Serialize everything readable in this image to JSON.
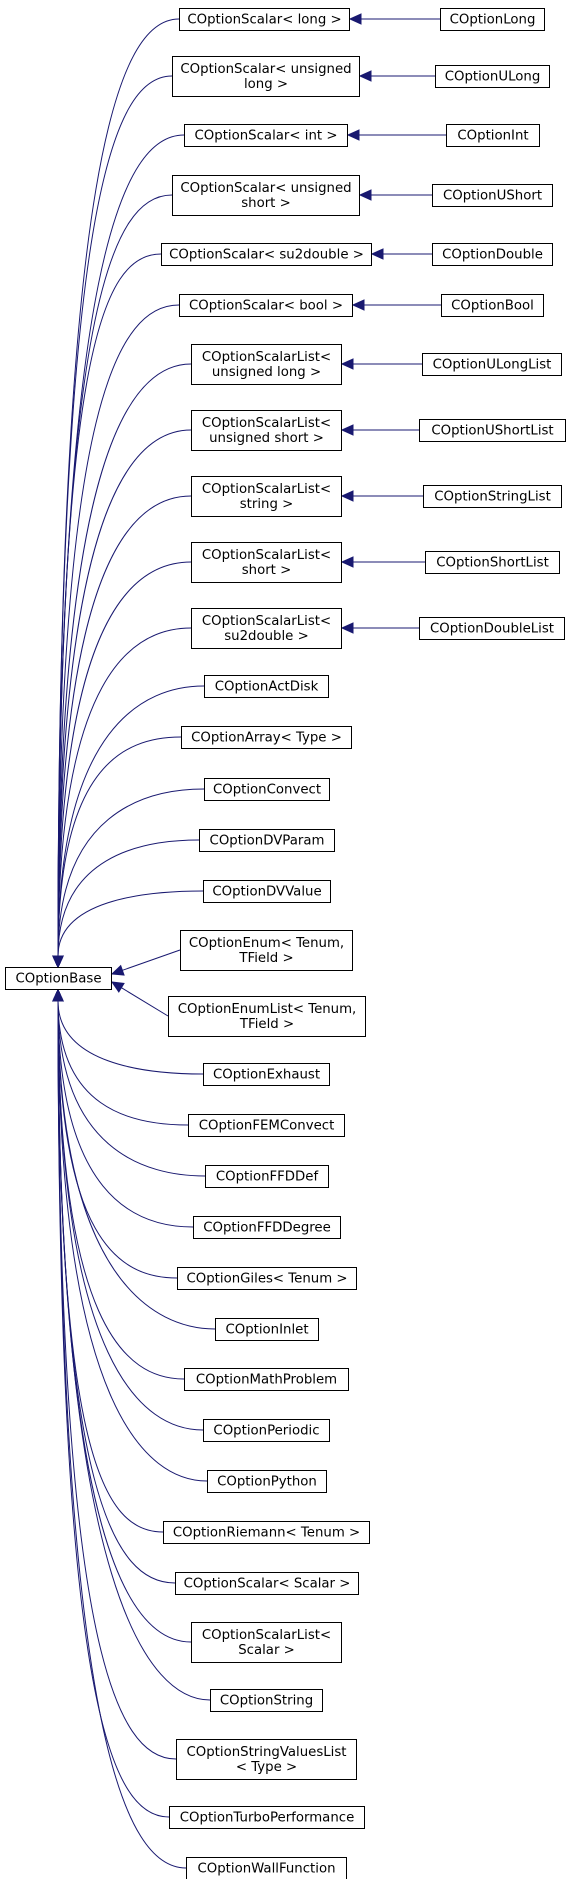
{
  "diagram": {
    "base": {
      "id": "base",
      "lines": [
        "COptionBase"
      ]
    },
    "mid": [
      {
        "id": "scalar_long",
        "lines": [
          "COptionScalar< long >"
        ],
        "child": "long"
      },
      {
        "id": "scalar_ulong",
        "lines": [
          "COptionScalar< unsigned",
          "long >"
        ],
        "child": "ulong"
      },
      {
        "id": "scalar_int",
        "lines": [
          "COptionScalar< int >"
        ],
        "child": "int"
      },
      {
        "id": "scalar_ushort",
        "lines": [
          "COptionScalar< unsigned",
          "short >"
        ],
        "child": "ushort"
      },
      {
        "id": "scalar_su2double",
        "lines": [
          "COptionScalar< su2double >"
        ],
        "child": "double"
      },
      {
        "id": "scalar_bool",
        "lines": [
          "COptionScalar< bool >"
        ],
        "child": "bool"
      },
      {
        "id": "slist_ulong",
        "lines": [
          "COptionScalarList<",
          "unsigned long >"
        ],
        "child": "ulonglist"
      },
      {
        "id": "slist_ushort",
        "lines": [
          "COptionScalarList<",
          "unsigned short >"
        ],
        "child": "ushortlist"
      },
      {
        "id": "slist_string",
        "lines": [
          "COptionScalarList<",
          "string >"
        ],
        "child": "stringlist"
      },
      {
        "id": "slist_short",
        "lines": [
          "COptionScalarList<",
          "short >"
        ],
        "child": "shortlist"
      },
      {
        "id": "slist_su2double",
        "lines": [
          "COptionScalarList<",
          "su2double >"
        ],
        "child": "doublelist"
      },
      {
        "id": "actdisk",
        "lines": [
          "COptionActDisk"
        ]
      },
      {
        "id": "array",
        "lines": [
          "COptionArray< Type >"
        ]
      },
      {
        "id": "convect",
        "lines": [
          "COptionConvect"
        ]
      },
      {
        "id": "dvparam",
        "lines": [
          "COptionDVParam"
        ]
      },
      {
        "id": "dvvalue",
        "lines": [
          "COptionDVValue"
        ]
      },
      {
        "id": "enum",
        "lines": [
          "COptionEnum< Tenum,",
          "TField >"
        ]
      },
      {
        "id": "enumlist",
        "lines": [
          "COptionEnumList< Tenum,",
          "TField >"
        ]
      },
      {
        "id": "exhaust",
        "lines": [
          "COptionExhaust"
        ]
      },
      {
        "id": "femconvect",
        "lines": [
          "COptionFEMConvect"
        ]
      },
      {
        "id": "ffddef",
        "lines": [
          "COptionFFDDef"
        ]
      },
      {
        "id": "ffddegree",
        "lines": [
          "COptionFFDDegree"
        ]
      },
      {
        "id": "giles",
        "lines": [
          "COptionGiles< Tenum >"
        ]
      },
      {
        "id": "inlet",
        "lines": [
          "COptionInlet"
        ]
      },
      {
        "id": "mathproblem",
        "lines": [
          "COptionMathProblem"
        ]
      },
      {
        "id": "periodic",
        "lines": [
          "COptionPeriodic"
        ]
      },
      {
        "id": "python",
        "lines": [
          "COptionPython"
        ]
      },
      {
        "id": "riemann",
        "lines": [
          "COptionRiemann< Tenum >"
        ]
      },
      {
        "id": "scalar_scalar",
        "lines": [
          "COptionScalar< Scalar >"
        ]
      },
      {
        "id": "slist_scalar",
        "lines": [
          "COptionScalarList<",
          "Scalar >"
        ]
      },
      {
        "id": "string",
        "lines": [
          "COptionString"
        ]
      },
      {
        "id": "stringvalueslist",
        "lines": [
          "COptionStringValuesList",
          "< Type >"
        ]
      },
      {
        "id": "turboperf",
        "lines": [
          "COptionTurboPerformance"
        ]
      },
      {
        "id": "wallfunction",
        "lines": [
          "COptionWallFunction"
        ]
      }
    ],
    "leaves": [
      {
        "id": "long",
        "lines": [
          "COptionLong"
        ]
      },
      {
        "id": "ulong",
        "lines": [
          "COptionULong"
        ]
      },
      {
        "id": "int",
        "lines": [
          "COptionInt"
        ]
      },
      {
        "id": "ushort",
        "lines": [
          "COptionUShort"
        ]
      },
      {
        "id": "double",
        "lines": [
          "COptionDouble"
        ]
      },
      {
        "id": "bool",
        "lines": [
          "COptionBool"
        ]
      },
      {
        "id": "ulonglist",
        "lines": [
          "COptionULongList"
        ]
      },
      {
        "id": "ushortlist",
        "lines": [
          "COptionUShortList"
        ]
      },
      {
        "id": "stringlist",
        "lines": [
          "COptionStringList"
        ]
      },
      {
        "id": "shortlist",
        "lines": [
          "COptionShortList"
        ]
      },
      {
        "id": "doublelist",
        "lines": [
          "COptionDoubleList"
        ]
      }
    ]
  }
}
